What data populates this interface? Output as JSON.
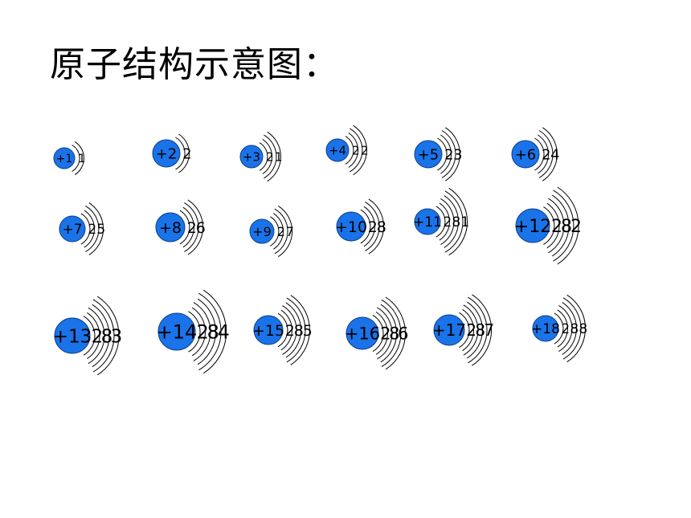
{
  "title": "原子结构示意图：",
  "colors": {
    "nucleus": "#1a73e8",
    "nucleus_stroke": "#0b3d8c",
    "arc": "#000000"
  },
  "atoms": [
    {
      "label": "+1",
      "shells": [
        "1"
      ]
    },
    {
      "label": "+2",
      "shells": [
        "2"
      ]
    },
    {
      "label": "+3",
      "shells": [
        "2",
        "1"
      ]
    },
    {
      "label": "+4",
      "shells": [
        "2",
        "2"
      ]
    },
    {
      "label": "+5",
      "shells": [
        "2",
        "3"
      ]
    },
    {
      "label": "+6",
      "shells": [
        "2",
        "4"
      ]
    },
    {
      "label": "+7",
      "shells": [
        "2",
        "5"
      ]
    },
    {
      "label": "+8",
      "shells": [
        "2",
        "6"
      ]
    },
    {
      "label": "+9",
      "shells": [
        "2",
        "7"
      ]
    },
    {
      "label": "+10",
      "shells": [
        "2",
        "8"
      ]
    },
    {
      "label": "+11",
      "shells": [
        "2",
        "8",
        "1"
      ]
    },
    {
      "label": "+12",
      "shells": [
        "2",
        "8",
        "2"
      ]
    },
    {
      "label": "+13",
      "shells": [
        "2",
        "8",
        "3"
      ]
    },
    {
      "label": "+14",
      "shells": [
        "2",
        "8",
        "4"
      ]
    },
    {
      "label": "+15",
      "shells": [
        "2",
        "8",
        "5"
      ]
    },
    {
      "label": "+16",
      "shells": [
        "2",
        "8",
        "6"
      ]
    },
    {
      "label": "+17",
      "shells": [
        "2",
        "8",
        "7"
      ]
    },
    {
      "label": "+18",
      "shells": [
        "2",
        "8",
        "8"
      ]
    }
  ]
}
